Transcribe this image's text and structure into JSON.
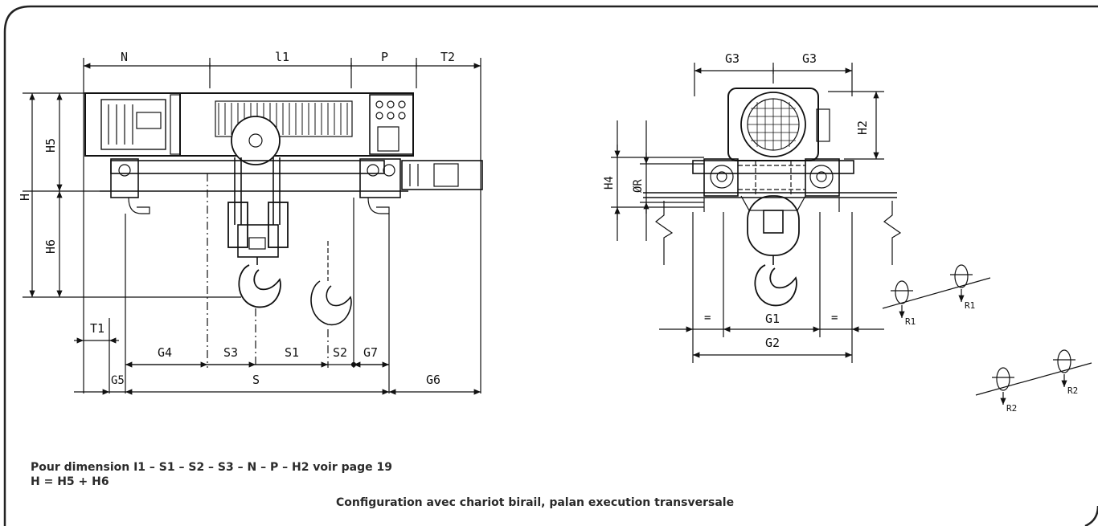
{
  "dimension_labels": {
    "N": "N",
    "l1": "l1",
    "P": "P",
    "T2": "T2",
    "H": "H",
    "H5": "H5",
    "H6": "H6",
    "T1": "T1",
    "G4": "G4",
    "S3": "S3",
    "S1": "S1",
    "S2": "S2",
    "G7": "G7",
    "G5": "G5",
    "S": "S",
    "G6": "G6",
    "G3_left": "G3",
    "G3_right": "G3",
    "H2": "H2",
    "H4": "H4",
    "phiR": "ØR",
    "G1": "G1",
    "G2": "G2",
    "eq_left": "=",
    "eq_right": "=",
    "R1_a": "R1",
    "R1_b": "R1",
    "R2_a": "R2",
    "R2_b": "R2"
  },
  "notes": {
    "line1": "Pour dimension I1 – S1 – S2 – S3 – N – P – H2 voir page 19",
    "line2": "H = H5 + H6",
    "caption": "Configuration avec chariot birail, palan execution transversale"
  }
}
